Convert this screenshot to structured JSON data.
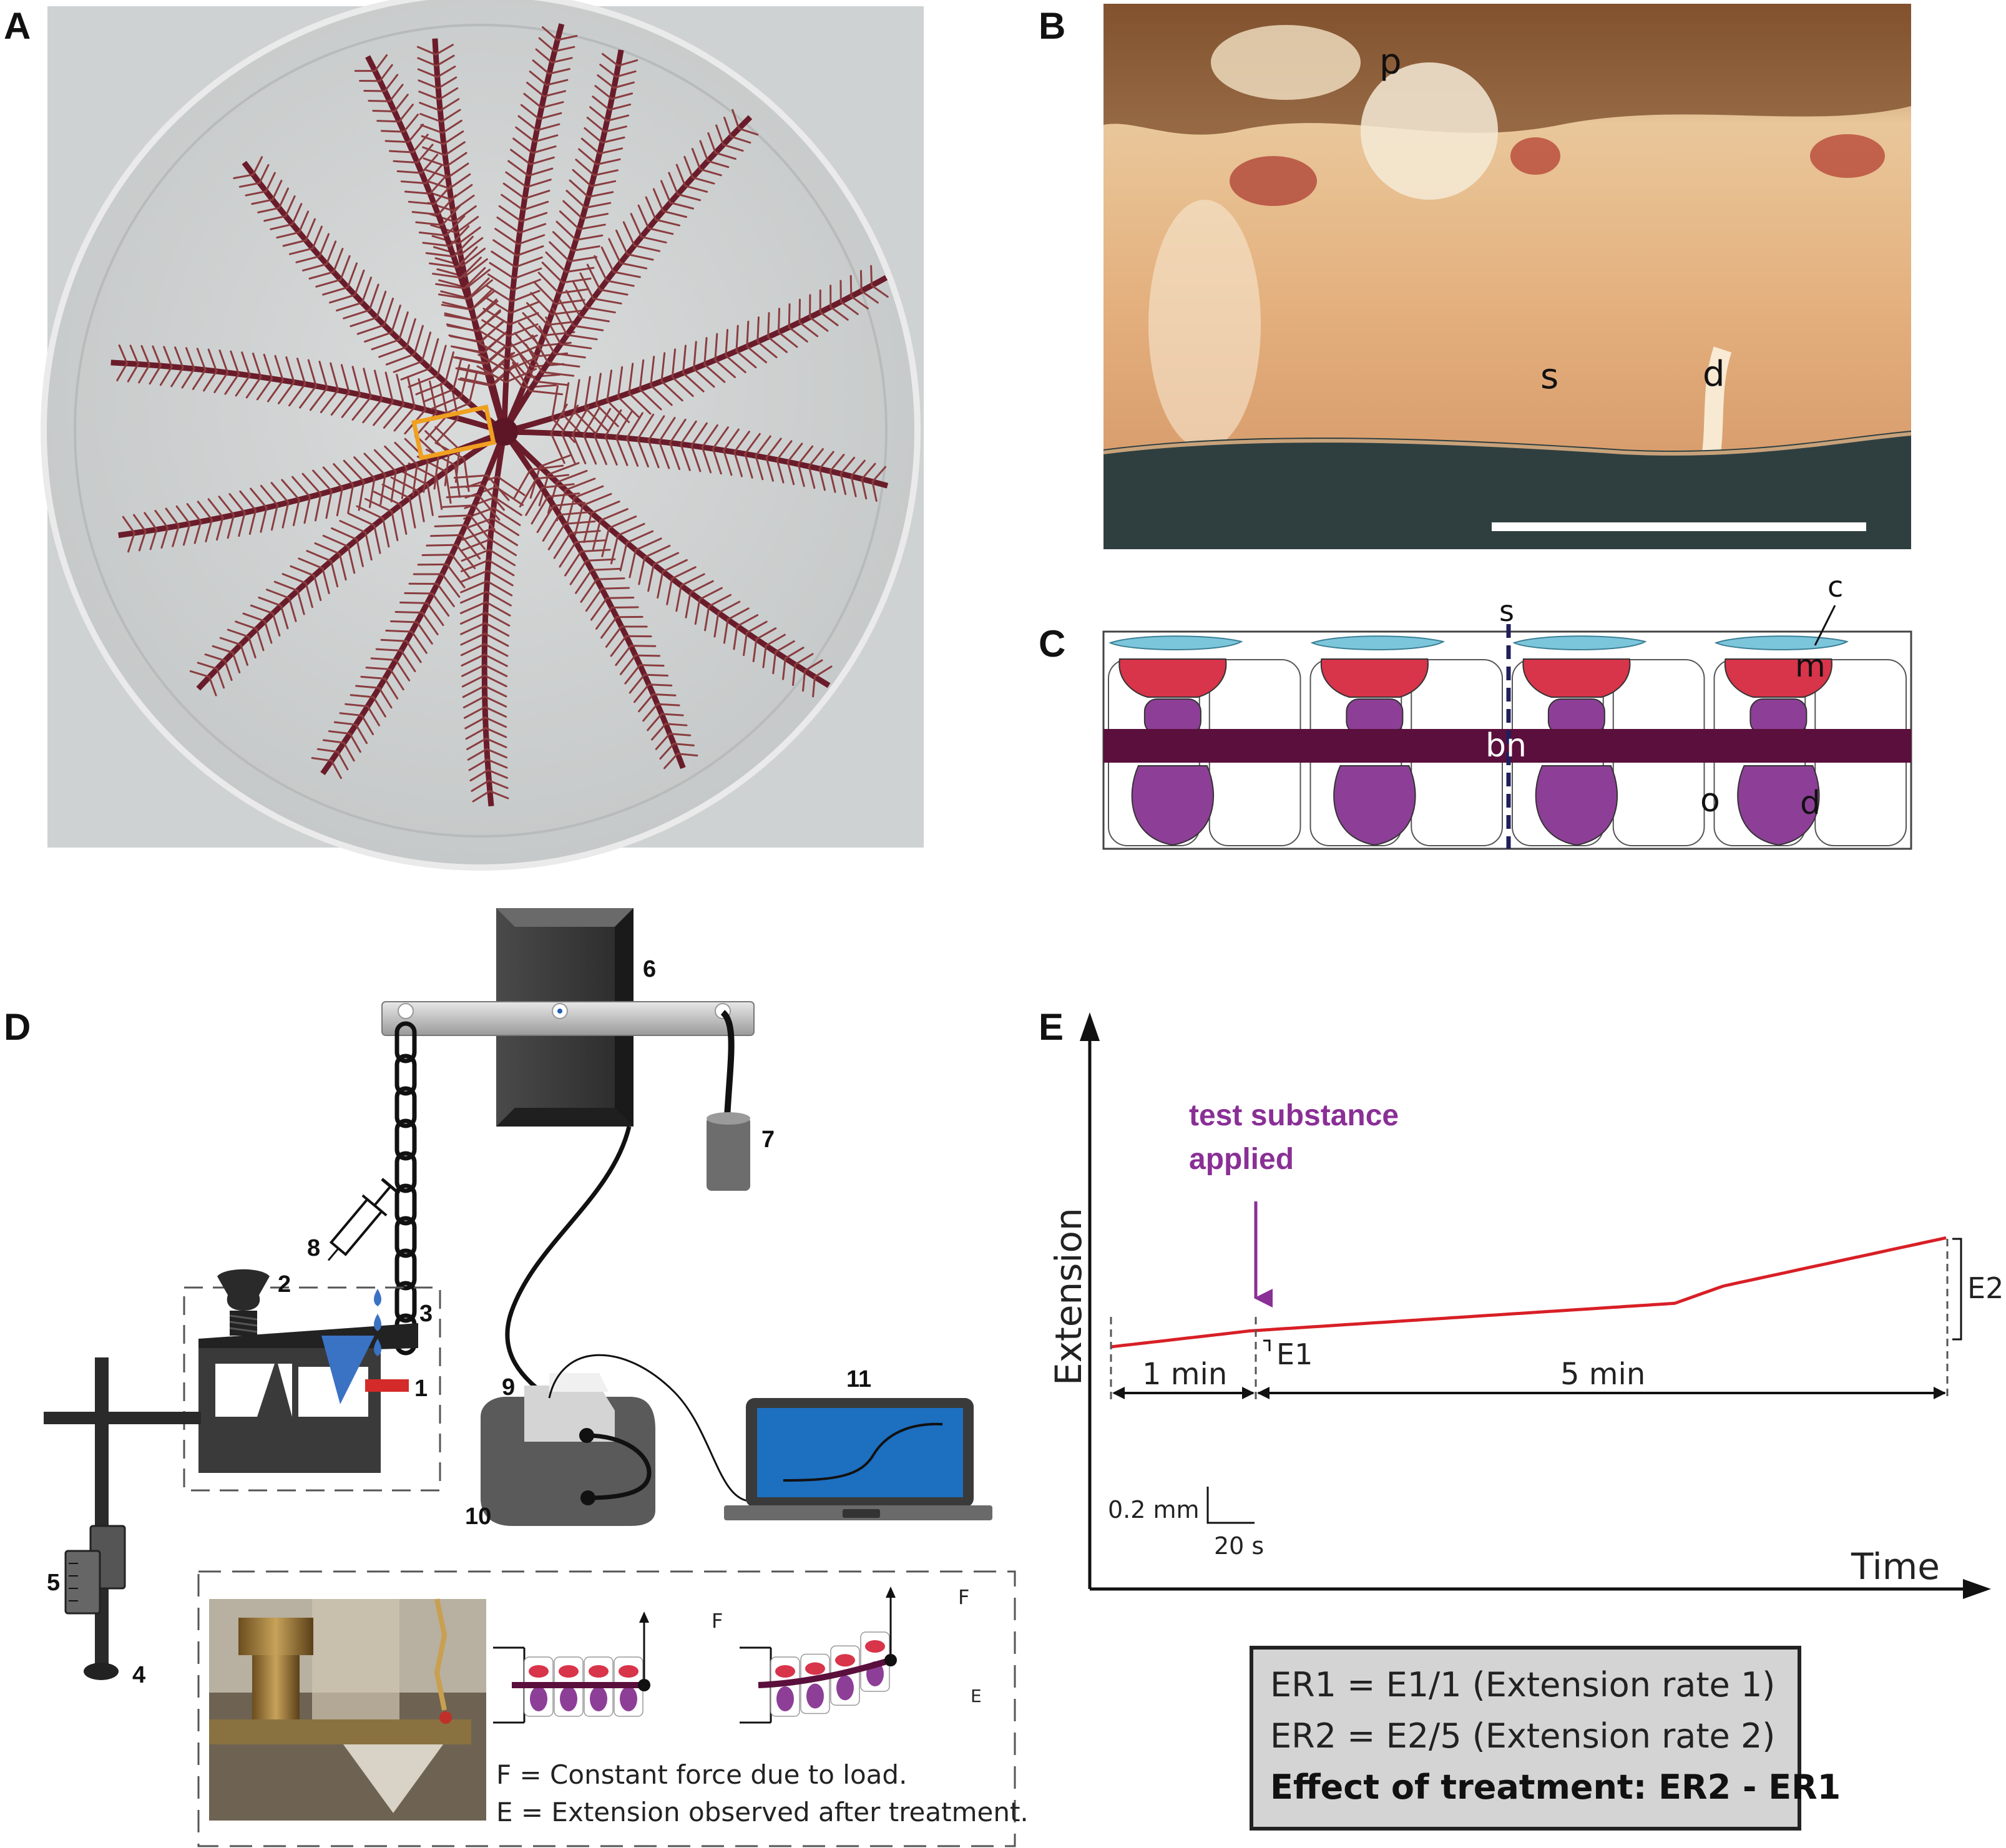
{
  "panels": {
    "a": {
      "letter": "A"
    },
    "b": {
      "letter": "B",
      "labels": {
        "p": "p",
        "s": "s",
        "d": "d"
      }
    },
    "c": {
      "letter": "C",
      "labels": {
        "s": "s",
        "c": "c",
        "m": "m",
        "bn": "bn",
        "o": "o",
        "d": "d"
      }
    },
    "d": {
      "letter": "D",
      "numbers": [
        "1",
        "2",
        "3",
        "4",
        "5",
        "6",
        "7",
        "8",
        "9",
        "10",
        "11"
      ],
      "inset": {
        "f_arrow": "F",
        "e_mark": "E",
        "legend_f": "F = Constant force due to load.",
        "legend_e": "E = Extension observed after treatment."
      }
    },
    "e": {
      "letter": "E",
      "annotation_line1": "test substance",
      "annotation_line2": "applied",
      "interval_1": "1 min",
      "interval_2": "5 min",
      "e1": "E1",
      "e2": "E2",
      "scale_y": "0.2 mm",
      "scale_x": "20 s",
      "formula_1": "ER1 = E1/1 (Extension rate 1)",
      "formula_2": "ER2 = E2/5 (Extension rate 2)",
      "formula_3": "Effect of treatment: ER2 - ER1"
    }
  },
  "colors": {
    "trace": "#d81f26",
    "annotation": "#8a2f96",
    "muscle": "#d8344a",
    "ligament": "#8d3f97",
    "nerve": "#5a0f3c",
    "cuticle": "#7cc6dc"
  },
  "chart_data": {
    "type": "line",
    "xlabel": "Time",
    "ylabel": "Extension",
    "series": [
      {
        "x": [
          0,
          1,
          6
        ],
        "values": [
          0,
          0.12,
          0.82
        ]
      }
    ]
  }
}
